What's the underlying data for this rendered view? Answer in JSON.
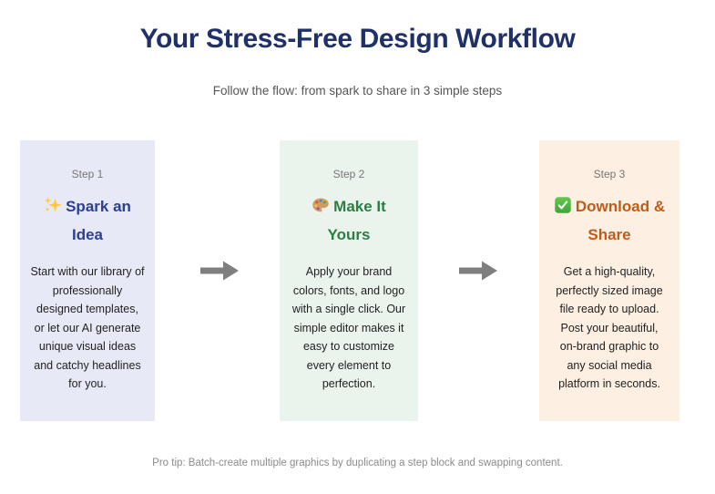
{
  "page": {
    "title": "Your Stress-Free Design Workflow",
    "subtitle": "Follow the flow: from spark to share in 3 simple steps",
    "footer": "Pro tip: Batch-create multiple graphics by duplicating a step block and swapping content."
  },
  "colors": {
    "title": "#1F3168",
    "subtitle": "#565656",
    "footer": "#8C8C8C",
    "step_label": "#767676",
    "body_text": "#1F1F1F",
    "arrow": "#7F7F7F"
  },
  "steps": [
    {
      "label": "Step 1",
      "icon": "sparkles",
      "title": "Spark an Idea",
      "body": "Start with our library of professionally designed templates, or let our AI generate unique visual ideas and catchy headlines for you.",
      "bg": "#E7EAF6",
      "title_color": "#2C3F93"
    },
    {
      "label": "Step 2",
      "icon": "artist-palette",
      "title": "Make It Yours",
      "body": "Apply your brand colors, fonts, and logo with a single click. Our simple editor makes it easy to customize every element to perfection.",
      "bg": "#EAF4EC",
      "title_color": "#2E7D45"
    },
    {
      "label": "Step 3",
      "icon": "check-mark",
      "title": "Download & Share",
      "body": "Get a high-quality, perfectly sized image file ready to upload. Post your beautiful, on-brand graphic to any social media platform in seconds.",
      "bg": "#FDF0E3",
      "title_color": "#C05B1A"
    }
  ]
}
